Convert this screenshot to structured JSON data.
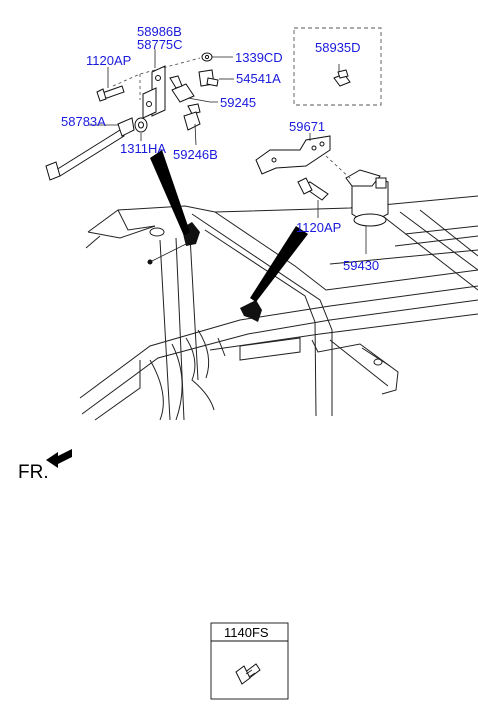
{
  "parts": {
    "p58986B": "58986B",
    "p58775C": "58775C",
    "p1339CD": "1339CD",
    "p58935D": "58935D",
    "p1120AP_top": "1120AP",
    "p54541A": "54541A",
    "p59245": "59245",
    "p58783A": "58783A",
    "p1311HA": "1311HA",
    "p59246B": "59246B",
    "p59671": "59671",
    "p1120AP_right": "1120AP",
    "p59430": "59430"
  },
  "direction": {
    "label": "FR."
  },
  "bottom_box": {
    "label": "1140FS"
  },
  "colors": {
    "part_number": "#1a1adb",
    "line": "#111111"
  }
}
